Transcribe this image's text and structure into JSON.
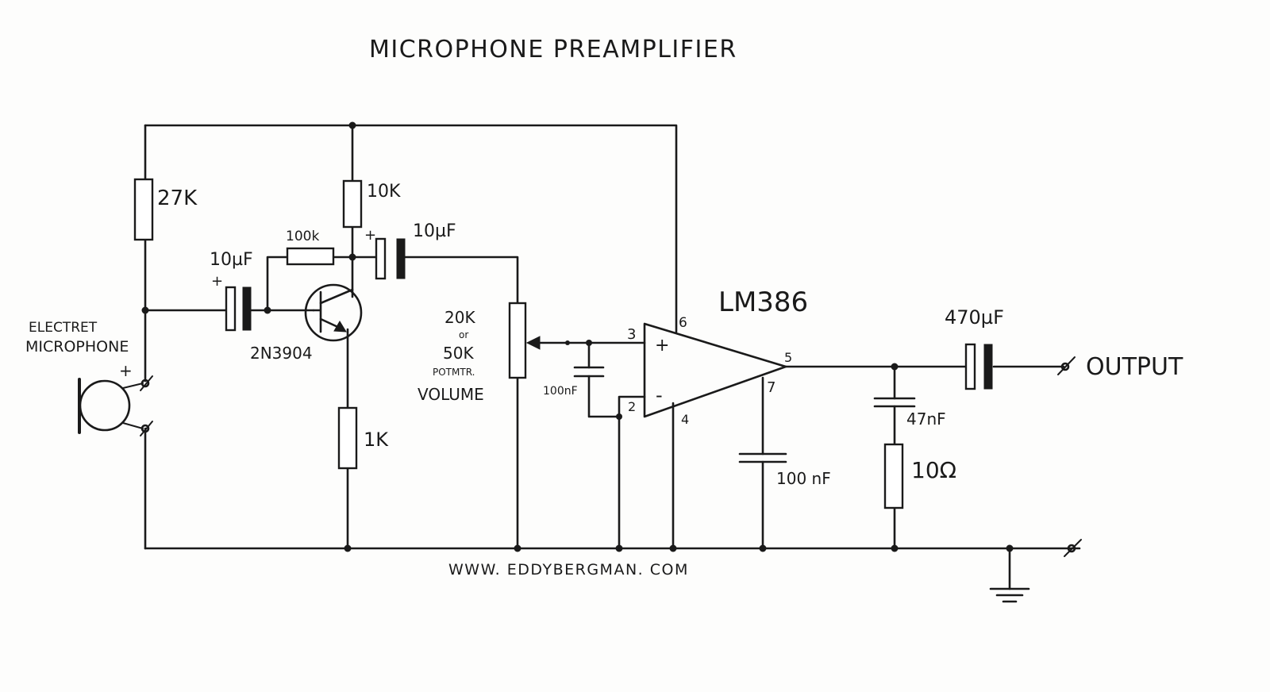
{
  "title": "MICROPHONE  PREAMPLIFIER",
  "footer": "WWW. EDDYBERGMAN. COM",
  "ic": {
    "name": "LM386",
    "pin3": "3",
    "pin2": "2",
    "pin6": "6",
    "pin4": "4",
    "pin5": "5",
    "pin7": "7",
    "plus": "+",
    "minus": "-"
  },
  "transistor": "2N3904",
  "mic": {
    "line1": "ELECTRET",
    "line2": "MICROPHONE",
    "plus": "+"
  },
  "components": {
    "r_27k": "27K",
    "r_10k": "10K",
    "r_100k": "100k",
    "r_1k": "1K",
    "r_10ohm": "10Ω",
    "c_in": "10µF",
    "c_in_plus": "+",
    "c_out": "10µF",
    "c_out_plus": "+",
    "c_100nf_in": "100nF",
    "c_100nf_pin7": "100 nF",
    "c_47nf": "47nF",
    "c_470uf": "470µF"
  },
  "pot": {
    "line1": "20K",
    "line2": "or",
    "line3": "50K",
    "line4": "POTMTR.",
    "line5": "VOLUME"
  },
  "output_label": "OUTPUT"
}
